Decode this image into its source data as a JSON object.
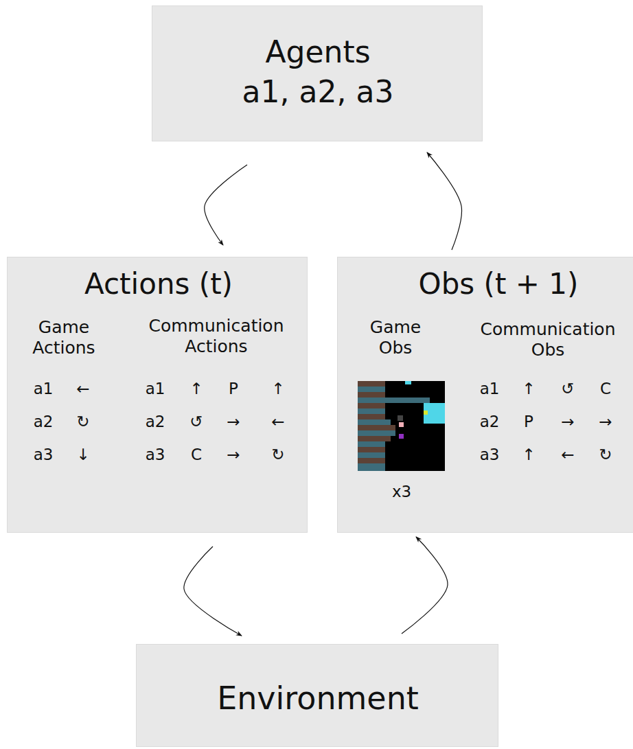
{
  "diagram": {
    "nodes": [
      {
        "text": [
          "Agents",
          "a1, a2, a3"
        ]
      },
      {
        "text": [
          "Actions (t)",
          "Game Actions",
          "Communication Actions"
        ]
      },
      {
        "text": [
          "Obs (t + 1)",
          "Game Obs",
          "Communication Obs"
        ]
      },
      {
        "text": [
          "Environment"
        ]
      }
    ],
    "edges": [
      {
        "from": 0,
        "to": 1,
        "arrow": "to"
      },
      {
        "from": 1,
        "to": 3,
        "arrow": "to"
      },
      {
        "from": 3,
        "to": 2,
        "arrow": "to"
      },
      {
        "from": 2,
        "to": 0,
        "arrow": "to"
      }
    ],
    "labels": [
      "a1",
      "←",
      "a2",
      "↻",
      "a3",
      "↓",
      "a1",
      "↑",
      "P",
      "↑",
      "a2",
      "↺",
      "→",
      "←",
      "a3",
      "C",
      "→",
      "↻",
      "a1",
      "↑",
      "↺",
      "C",
      "a2",
      "P",
      "→",
      "→",
      "a3",
      "↑",
      "←",
      "↻",
      "x3"
    ]
  }
}
